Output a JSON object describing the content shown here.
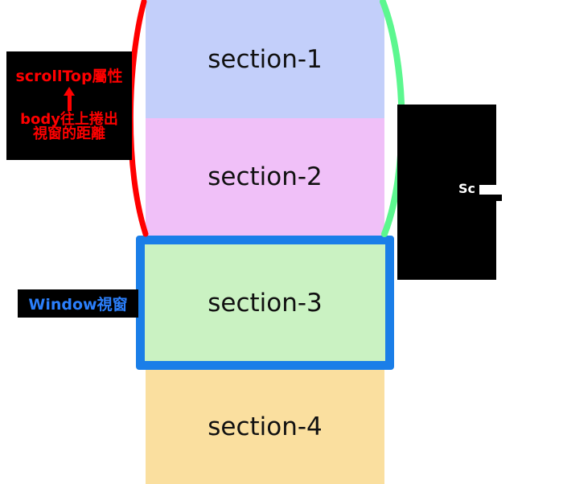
{
  "diagram": {
    "title": "scrollTop / window viewport scrolling diagram",
    "colors": {
      "section1_bg": "#c3cffa",
      "section2_bg": "#f0c0f8",
      "section3_bg": "#caf2c2",
      "section4_bg": "#fadf9f",
      "viewport_border": "#1a7ee8",
      "left_bracket": "#ff0000",
      "right_bracket": "#5cf78f",
      "note_bg": "#000000",
      "note_red_text": "#ff0000",
      "note_blue_text": "#2b7ffb",
      "note_white_text": "#ffffff"
    },
    "sections": [
      {
        "id": "section-1",
        "label": "section-1"
      },
      {
        "id": "section-2",
        "label": "section-2"
      },
      {
        "id": "section-3",
        "label": "section-3"
      },
      {
        "id": "section-4",
        "label": "section-4"
      }
    ],
    "annotations": {
      "scrolltop": {
        "heading": "scrollTop屬性",
        "arrow": "up-arrow",
        "body_line1": "body往上捲出",
        "body_line2": "視窗的距離"
      },
      "window": {
        "label": "Window視窗"
      },
      "right_note": {
        "label": "Sc"
      }
    }
  }
}
